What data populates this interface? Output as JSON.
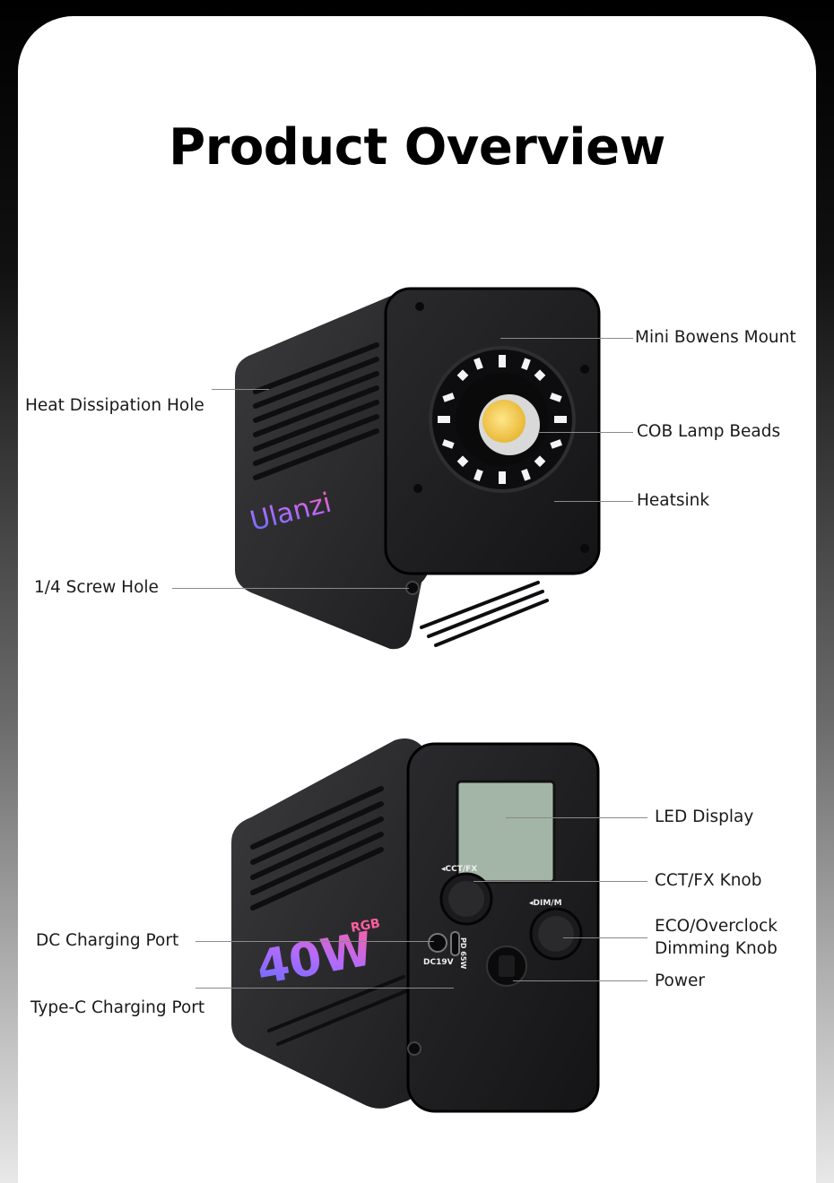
{
  "title": "Product Overview",
  "callouts_top": {
    "mount": "Mini Bowens Mount",
    "heat_hole": "Heat Dissipation Hole",
    "cob": "COB Lamp Beads",
    "heatsink": "Heatsink",
    "screw": "1/4 Screw Hole"
  },
  "callouts_bottom": {
    "led": "LED Display",
    "cct": "CCT/FX Knob",
    "eco_line1": "ECO/Overclock",
    "eco_line2": "Dimming Knob",
    "dc": "DC Charging Port",
    "power": "Power",
    "typec": "Type-C Charging Port"
  },
  "device_text": {
    "brand": "Ulanzi",
    "wattage": "40W",
    "rgb": "RGB",
    "dc_port": "DC19V",
    "pd_port": "PD 65W",
    "cct_knob": "◂CCT/FX",
    "dim_knob": "◂DIM/M"
  },
  "colors": {
    "background_top": "#000000",
    "background_bottom": "#e8e8e8",
    "card": "#ffffff",
    "body": "#2a2a2c",
    "front": "#1a1a1c",
    "led_screen": "#a3b5a6",
    "cob": "#f2c94c"
  }
}
